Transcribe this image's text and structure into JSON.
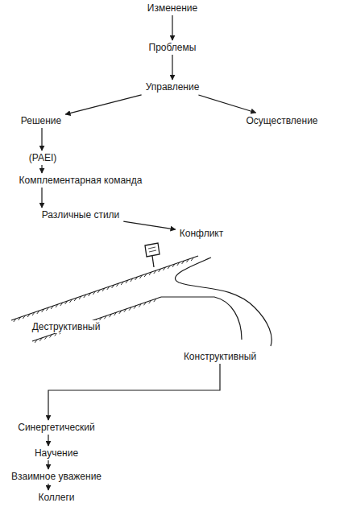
{
  "diagram": {
    "nodes": [
      {
        "text": [
          "Изменение"
        ]
      },
      {
        "text": [
          "Проблемы"
        ]
      },
      {
        "text": [
          "Управление"
        ]
      },
      {
        "text": [
          "Решение"
        ]
      },
      {
        "text": [
          "Осуществление"
        ]
      },
      {
        "text": [
          "(PAEI)"
        ]
      },
      {
        "text": [
          "Комплементарная команда"
        ]
      },
      {
        "text": [
          "Различные стили"
        ]
      },
      {
        "text": [
          "Конфликт"
        ]
      },
      {
        "text": [
          "Деструктивный"
        ]
      },
      {
        "text": [
          "Конструктивный"
        ]
      },
      {
        "text": [
          "Синергетический"
        ]
      },
      {
        "text": [
          "Научение"
        ]
      },
      {
        "text": [
          "Взаимное уважение"
        ]
      },
      {
        "text": [
          "Коллеги"
        ]
      }
    ],
    "edges": [
      {
        "from": 0,
        "to": 1,
        "arrow": "to"
      },
      {
        "from": 1,
        "to": 2,
        "arrow": "to"
      },
      {
        "from": 2,
        "to": 3,
        "arrow": "to"
      },
      {
        "from": 2,
        "to": 4,
        "arrow": "to"
      },
      {
        "from": 3,
        "to": 5,
        "arrow": "to"
      },
      {
        "from": 5,
        "to": 6,
        "arrow": "to"
      },
      {
        "from": 6,
        "to": 7,
        "arrow": "to"
      },
      {
        "from": 7,
        "to": 8,
        "arrow": "to"
      },
      {
        "from": 10,
        "to": 11,
        "arrow": "to"
      },
      {
        "from": 11,
        "to": 12,
        "arrow": "to"
      },
      {
        "from": 12,
        "to": 13,
        "arrow": "to"
      },
      {
        "from": 13,
        "to": 14,
        "arrow": "to"
      }
    ]
  }
}
